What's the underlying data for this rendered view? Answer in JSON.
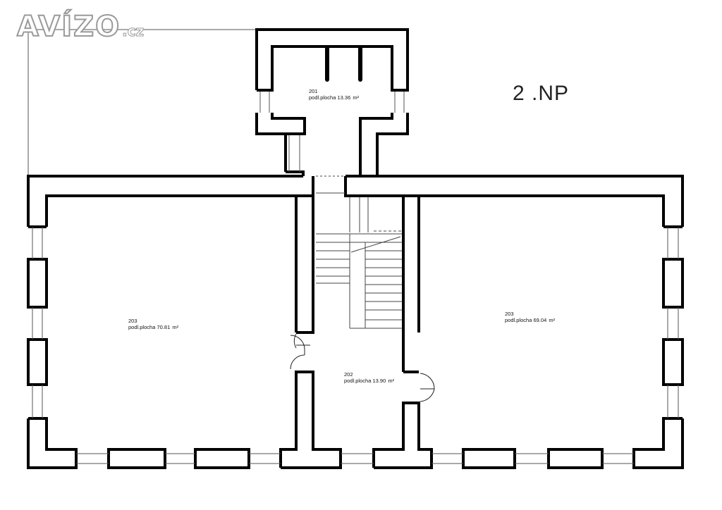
{
  "logo": {
    "name": "AVÍZO",
    "suffix": ".cz"
  },
  "floor_label": "2 .NP",
  "area_label": "podl.plocha",
  "area_unit": "m²",
  "rooms": [
    {
      "number": "201",
      "area": "13.36"
    },
    {
      "number": "202",
      "area": "13.90"
    },
    {
      "number": "203",
      "area": "70.81"
    },
    {
      "number": "203",
      "area": "69.04"
    }
  ],
  "colors": {
    "wall": "#000000",
    "line": "#444444",
    "logo_outline": "#9a9a9a",
    "background": "#ffffff"
  }
}
